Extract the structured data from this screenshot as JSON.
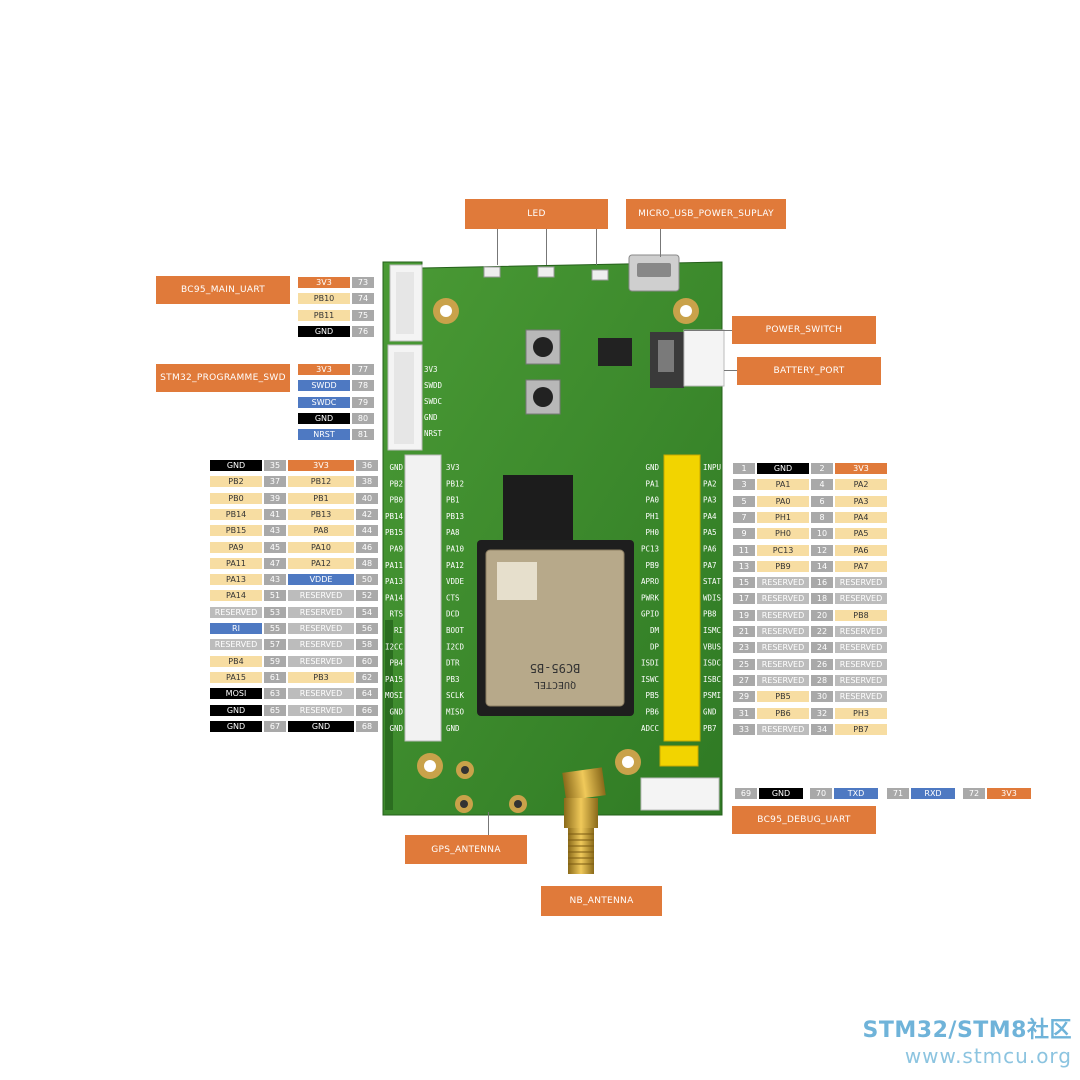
{
  "callouts": {
    "led": "LED",
    "micro_usb": "MICRO_USB_POWER_SUPLAY",
    "bc95_main_uart": "BC95_MAIN_UART",
    "stm32_swd": "STM32_PROGRAMME_SWD",
    "power_switch": "POWER_SWITCH",
    "battery_port": "BATTERY_PORT",
    "bc95_debug_uart": "BC95_DEBUG_UART",
    "gps_antenna": "GPS_ANTENNA",
    "nb_antenna": "NB_ANTENNA"
  },
  "uart_main": [
    {
      "n": "73",
      "label": "3V3",
      "color": "orange"
    },
    {
      "n": "74",
      "label": "PB10",
      "color": "yellow"
    },
    {
      "n": "75",
      "label": "PB11",
      "color": "yellow"
    },
    {
      "n": "76",
      "label": "GND",
      "color": "black"
    }
  ],
  "swd": [
    {
      "n": "77",
      "label": "3V3",
      "color": "orange"
    },
    {
      "n": "78",
      "label": "SWDD",
      "color": "blue"
    },
    {
      "n": "79",
      "label": "SWDC",
      "color": "blue"
    },
    {
      "n": "80",
      "label": "GND",
      "color": "black"
    },
    {
      "n": "81",
      "label": "NRST",
      "color": "blue"
    }
  ],
  "left_header": [
    {
      "a": "GND",
      "ac": "black",
      "an": "35",
      "b": "3V3",
      "bc": "orange",
      "bn": "36"
    },
    {
      "a": "PB2",
      "ac": "yellow",
      "an": "37",
      "b": "PB12",
      "bc": "yellow",
      "bn": "38"
    },
    {
      "a": "PB0",
      "ac": "yellow",
      "an": "39",
      "b": "PB1",
      "bc": "yellow",
      "bn": "40"
    },
    {
      "a": "PB14",
      "ac": "yellow",
      "an": "41",
      "b": "PB13",
      "bc": "yellow",
      "bn": "42"
    },
    {
      "a": "PB15",
      "ac": "yellow",
      "an": "43",
      "b": "PA8",
      "bc": "yellow",
      "bn": "44"
    },
    {
      "a": "PA9",
      "ac": "yellow",
      "an": "45",
      "b": "PA10",
      "bc": "yellow",
      "bn": "46"
    },
    {
      "a": "PA11",
      "ac": "yellow",
      "an": "47",
      "b": "PA12",
      "bc": "yellow",
      "bn": "48"
    },
    {
      "a": "PA13",
      "ac": "yellow",
      "an": "43",
      "b": "VDDE",
      "bc": "blue",
      "bn": "50"
    },
    {
      "a": "PA14",
      "ac": "yellow",
      "an": "51",
      "b": "RESERVED",
      "bc": "gray",
      "bn": "52"
    },
    {
      "a": "RESERVED",
      "ac": "gray",
      "an": "53",
      "b": "RESERVED",
      "bc": "gray",
      "bn": "54"
    },
    {
      "a": "RI",
      "ac": "blue",
      "an": "55",
      "b": "RESERVED",
      "bc": "gray",
      "bn": "56"
    },
    {
      "a": "RESERVED",
      "ac": "gray",
      "an": "57",
      "b": "RESERVED",
      "bc": "gray",
      "bn": "58"
    },
    {
      "a": "PB4",
      "ac": "yellow",
      "an": "59",
      "b": "RESERVED",
      "bc": "gray",
      "bn": "60"
    },
    {
      "a": "PA15",
      "ac": "yellow",
      "an": "61",
      "b": "PB3",
      "bc": "yellow",
      "bn": "62"
    },
    {
      "a": "MOSI",
      "ac": "black",
      "an": "63",
      "b": "RESERVED",
      "bc": "gray",
      "bn": "64"
    },
    {
      "a": "GND",
      "ac": "black",
      "an": "65",
      "b": "RESERVED",
      "bc": "gray",
      "bn": "66"
    },
    {
      "a": "GND",
      "ac": "black",
      "an": "67",
      "b": "GND",
      "bc": "black",
      "bn": "68"
    }
  ],
  "right_header": [
    {
      "an": "1",
      "a": "GND",
      "ac": "black",
      "bn": "2",
      "b": "3V3",
      "bc": "orange"
    },
    {
      "an": "3",
      "a": "PA1",
      "ac": "yellow",
      "bn": "4",
      "b": "PA2",
      "bc": "yellow"
    },
    {
      "an": "5",
      "a": "PA0",
      "ac": "yellow",
      "bn": "6",
      "b": "PA3",
      "bc": "yellow"
    },
    {
      "an": "7",
      "a": "PH1",
      "ac": "yellow",
      "bn": "8",
      "b": "PA4",
      "bc": "yellow"
    },
    {
      "an": "9",
      "a": "PH0",
      "ac": "yellow",
      "bn": "10",
      "b": "PA5",
      "bc": "yellow"
    },
    {
      "an": "11",
      "a": "PC13",
      "ac": "yellow",
      "bn": "12",
      "b": "PA6",
      "bc": "yellow"
    },
    {
      "an": "13",
      "a": "PB9",
      "ac": "yellow",
      "bn": "14",
      "b": "PA7",
      "bc": "yellow"
    },
    {
      "an": "15",
      "a": "RESERVED",
      "ac": "gray",
      "bn": "16",
      "b": "RESERVED",
      "bc": "gray"
    },
    {
      "an": "17",
      "a": "RESERVED",
      "ac": "gray",
      "bn": "18",
      "b": "RESERVED",
      "bc": "gray"
    },
    {
      "an": "19",
      "a": "RESERVED",
      "ac": "gray",
      "bn": "20",
      "b": "PB8",
      "bc": "yellow"
    },
    {
      "an": "21",
      "a": "RESERVED",
      "ac": "gray",
      "bn": "22",
      "b": "RESERVED",
      "bc": "gray"
    },
    {
      "an": "23",
      "a": "RESERVED",
      "ac": "gray",
      "bn": "24",
      "b": "RESERVED",
      "bc": "gray"
    },
    {
      "an": "25",
      "a": "RESERVED",
      "ac": "gray",
      "bn": "26",
      "b": "RESERVED",
      "bc": "gray"
    },
    {
      "an": "27",
      "a": "RESERVED",
      "ac": "gray",
      "bn": "28",
      "b": "RESERVED",
      "bc": "gray"
    },
    {
      "an": "29",
      "a": "PB5",
      "ac": "yellow",
      "bn": "30",
      "b": "RESERVED",
      "bc": "gray"
    },
    {
      "an": "31",
      "a": "PB6",
      "ac": "yellow",
      "bn": "32",
      "b": "PH3",
      "bc": "yellow"
    },
    {
      "an": "33",
      "a": "RESERVED",
      "ac": "gray",
      "bn": "34",
      "b": "PB7",
      "bc": "yellow"
    }
  ],
  "debug_uart": [
    {
      "n": "69",
      "label": "GND",
      "color": "black"
    },
    {
      "n": "70",
      "label": "TXD",
      "color": "blue"
    },
    {
      "n": "71",
      "label": "RXD",
      "color": "blue"
    },
    {
      "n": "72",
      "label": "3V3",
      "color": "orange"
    }
  ],
  "board": {
    "silk_left": [
      "GND",
      "PB2",
      "PB0",
      "PB14",
      "PB15",
      "PA9",
      "PA11",
      "PA13",
      "PA14",
      "RTS",
      "RI",
      "I2CC",
      "PB4",
      "PA15",
      "MOSI",
      "GND",
      "GND"
    ],
    "silk_left_inner": [
      "3V3",
      "PB12",
      "PB1",
      "PB13",
      "PA8",
      "PA10",
      "PA12",
      "VDDE",
      "CTS",
      "DCD",
      "BOOT",
      "I2CD",
      "DTR",
      "PB3",
      "SCLK",
      "MISO",
      "GND"
    ],
    "silk_right_inner": [
      "GND",
      "PA1",
      "PA0",
      "PH1",
      "PH0",
      "PC13",
      "PB9",
      "APRO",
      "PWRK",
      "GPIO",
      "DM",
      "DP",
      "ISDI",
      "ISWC",
      "PB5",
      "PB6",
      "ADCC"
    ],
    "silk_right": [
      "INPU",
      "PA2",
      "PA3",
      "PA4",
      "PA5",
      "PA6",
      "PA7",
      "STAT",
      "WDIS",
      "PB8",
      "ISMC",
      "VBUS",
      "ISDC",
      "ISBC",
      "PSMI",
      "GND",
      "PB7"
    ],
    "silk_swd": [
      "3V3",
      "SWDD",
      "SWDC",
      "GND",
      "NRST"
    ],
    "chip_brand": "QUECTEL",
    "chip_model": "BC95-B5"
  },
  "watermark": {
    "brand": "STM32/STM8社区",
    "url": "www.stmcu.org"
  },
  "colors": {
    "orange": "#e07a3a",
    "yellow": "#f7dda2",
    "gray": "#bcbcbc",
    "black": "#000000",
    "blue": "#4e79c2",
    "pcb": "#3e8a2e",
    "header_yellow": "#f2d400"
  }
}
